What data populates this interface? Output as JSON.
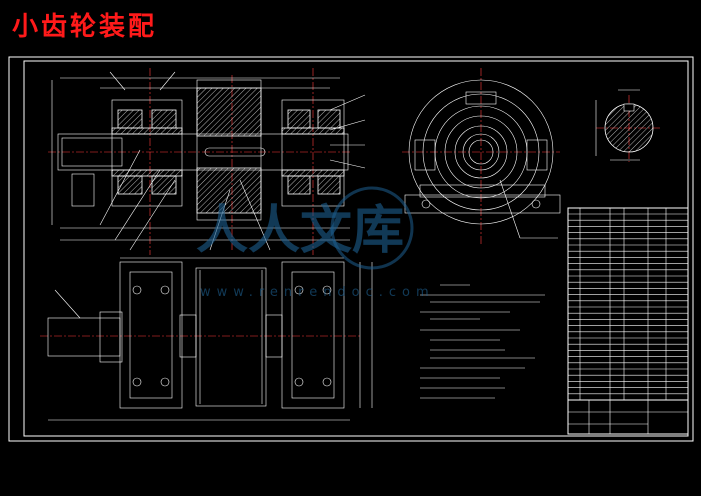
{
  "title": "小齿轮装配",
  "watermark": {
    "main": "人人文库",
    "url": "www.renrendoc.com"
  },
  "colors": {
    "background": "#000000",
    "title": "#ff1a1a",
    "lines": "#ffffff",
    "centerlines": "#ff3b3b",
    "watermark": "#1d5f8f"
  }
}
